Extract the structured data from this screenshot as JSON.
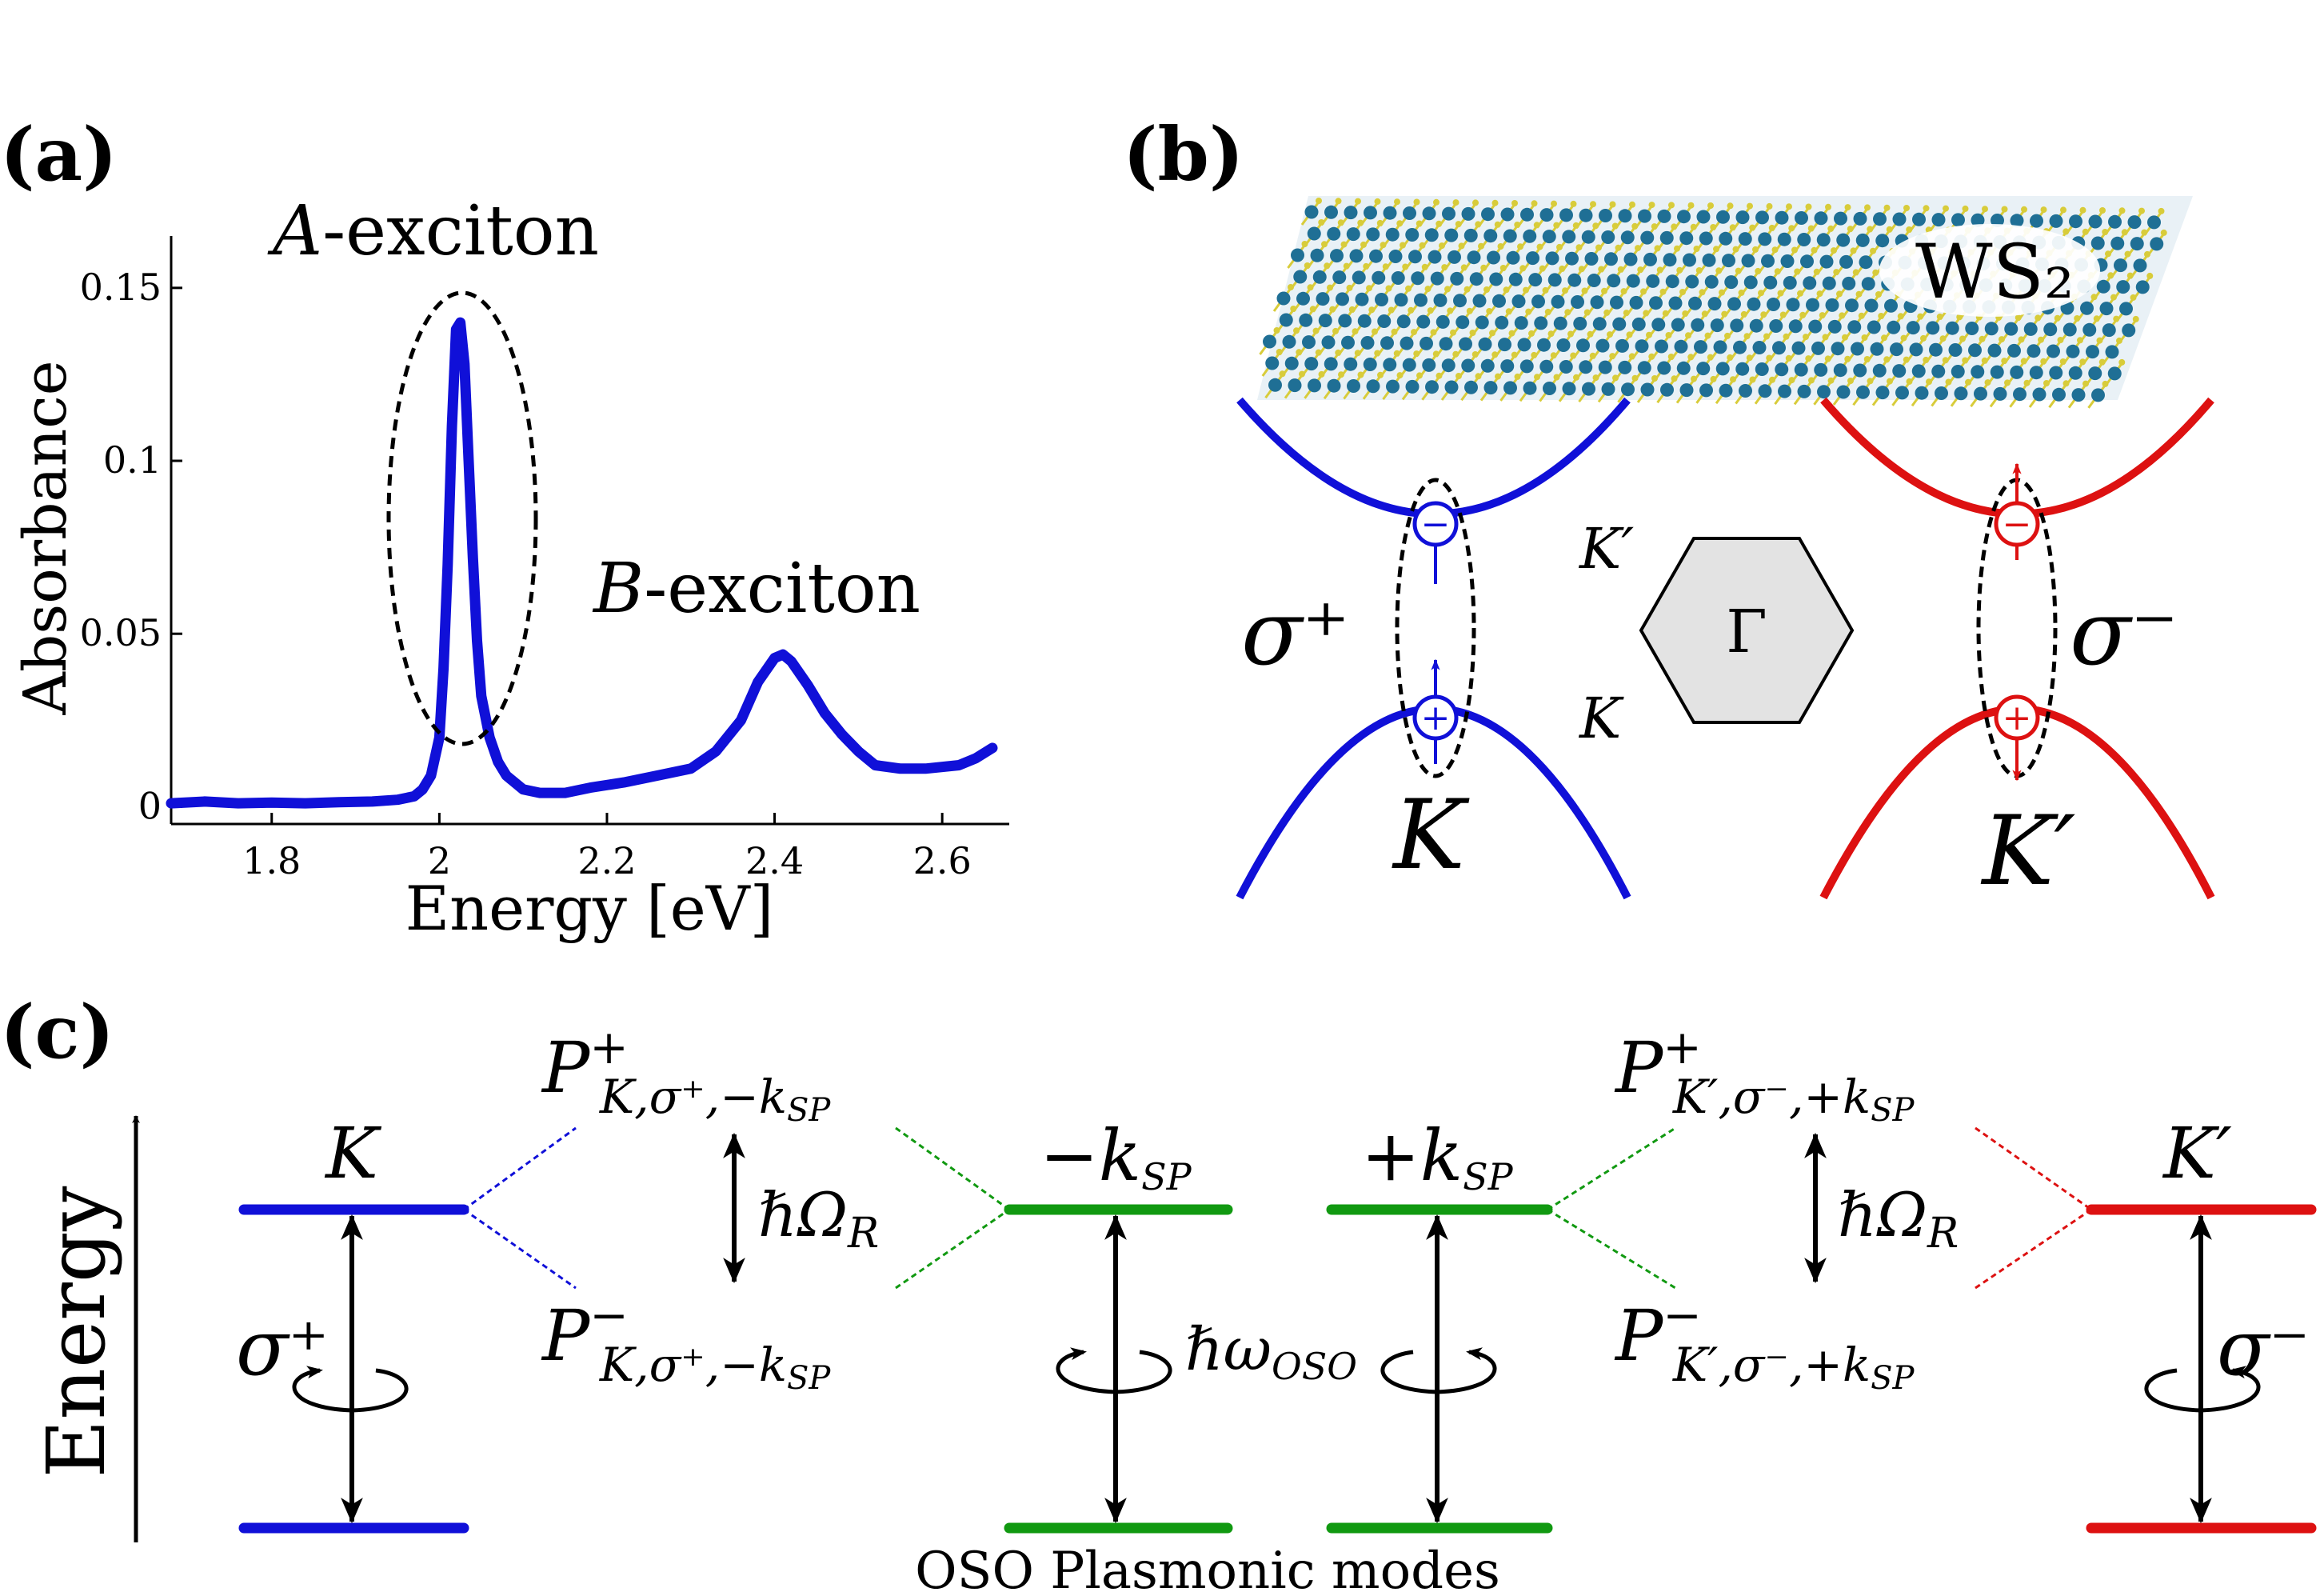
{
  "panels": {
    "a": {
      "label": "(a)",
      "annotation_a": "A-exciton",
      "annotation_b": "B-exciton"
    },
    "b": {
      "label": "(b)",
      "material_label": "WS₂",
      "sigma_plus": "σ⁺",
      "sigma_minus": "σ⁻",
      "valley_left": "K",
      "valley_right": "K′",
      "hex_center": "Γ",
      "hex_label_top": "K′",
      "hex_label_bottom": "K",
      "electron_symbol": "−",
      "hole_symbol": "+"
    },
    "c": {
      "label": "(c)",
      "y_axis_label": "Energy",
      "left_valley": "K",
      "right_valley": "K′",
      "upper_left_polariton": "P⁺ K,σ⁺,−k_SP",
      "lower_left_polariton": "P⁻ K,σ⁺,−k_SP",
      "upper_right_polariton": "P⁺ K′,σ⁻,+k_SP",
      "lower_right_polariton": "P⁻ K′,σ⁻,+k_SP",
      "rabi_left": "ℏΩ_R",
      "rabi_right": "ℏΩ_R",
      "minus_ksp": "−k_SP",
      "plus_ksp": "+k_SP",
      "oso_energy": "ℏω_OSO",
      "sigma_plus": "σ⁺",
      "sigma_minus": "σ⁻",
      "caption": "OSO Plasmonic modes"
    }
  },
  "colors": {
    "blue": "#1010d8",
    "red": "#dd1111",
    "green": "#119911",
    "black": "#000000",
    "hex_fill": "#e3e3e3",
    "ws2_dark": "#1f6f95",
    "ws2_yellow": "#d8cc3a"
  },
  "chart_data": {
    "type": "line",
    "xlabel": "Energy [eV]",
    "ylabel": "Absorbance",
    "xlim": [
      1.68,
      2.68
    ],
    "ylim": [
      -0.005,
      0.165
    ],
    "xticks": [
      1.8,
      2.0,
      2.2,
      2.4,
      2.6
    ],
    "xtick_labels": [
      "1.8",
      "2",
      "2.2",
      "2.4",
      "2.6"
    ],
    "yticks": [
      0,
      0.05,
      0.1,
      0.15
    ],
    "ytick_labels": [
      "0",
      "0.05",
      "0.1",
      "0.15"
    ],
    "grid": false,
    "series": [
      {
        "color": "#1010d8",
        "x": [
          1.68,
          1.72,
          1.76,
          1.8,
          1.84,
          1.88,
          1.92,
          1.95,
          1.97,
          1.98,
          1.99,
          2.0,
          2.005,
          2.01,
          2.015,
          2.02,
          2.025,
          2.03,
          2.035,
          2.04,
          2.045,
          2.05,
          2.06,
          2.07,
          2.08,
          2.1,
          2.12,
          2.15,
          2.18,
          2.22,
          2.26,
          2.3,
          2.33,
          2.36,
          2.38,
          2.4,
          2.41,
          2.42,
          2.44,
          2.46,
          2.48,
          2.5,
          2.52,
          2.55,
          2.58,
          2.62,
          2.64,
          2.66
        ],
        "y": [
          0.001,
          0.0015,
          0.001,
          0.0012,
          0.001,
          0.0013,
          0.0015,
          0.002,
          0.003,
          0.005,
          0.009,
          0.02,
          0.04,
          0.07,
          0.11,
          0.138,
          0.14,
          0.128,
          0.1,
          0.072,
          0.048,
          0.032,
          0.02,
          0.013,
          0.009,
          0.005,
          0.004,
          0.004,
          0.0055,
          0.007,
          0.009,
          0.011,
          0.016,
          0.025,
          0.036,
          0.043,
          0.044,
          0.042,
          0.035,
          0.027,
          0.021,
          0.016,
          0.012,
          0.011,
          0.011,
          0.012,
          0.014,
          0.017
        ]
      }
    ]
  }
}
